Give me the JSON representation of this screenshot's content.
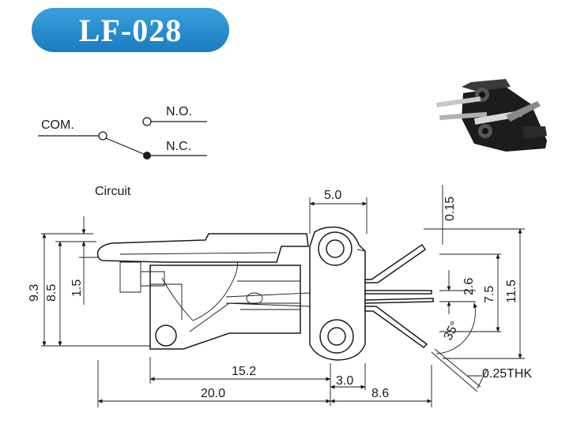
{
  "model": "LF-028",
  "circuit": {
    "title": "Circuit",
    "com": "COM.",
    "no": "N.O.",
    "nc": "N.C."
  },
  "dimensions": {
    "d_5_0": "5.0",
    "d_0_15": "0.15",
    "d_9_3": "9.3",
    "d_8_5": "8.5",
    "d_1_5": "1.5",
    "d_2_6": "2.6",
    "d_7_5": "7.5",
    "d_11_5": "11.5",
    "d_35": "35°",
    "d_15_2": "15.2",
    "d_3_0": "3.0",
    "d_0_25": "0.25THK",
    "d_20_0": "20.0",
    "d_8_6": "8.6"
  }
}
